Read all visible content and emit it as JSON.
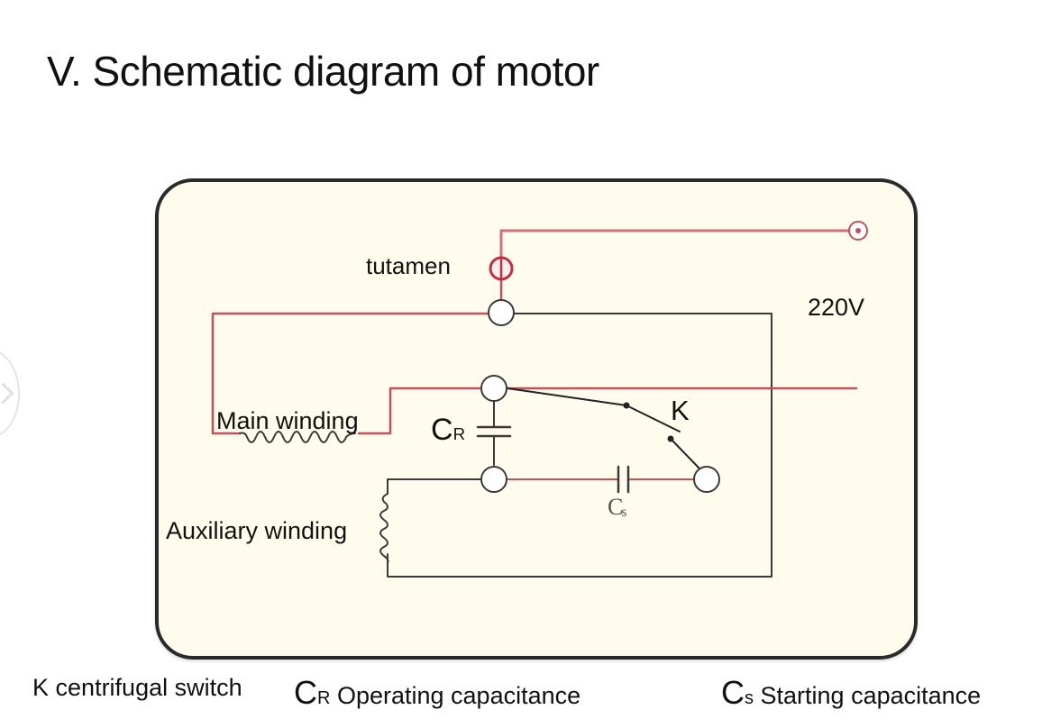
{
  "slide": {
    "title": "V. Schematic diagram of motor"
  },
  "diagram": {
    "labels": {
      "tutamen": "tutamen",
      "voltage": "220V",
      "main_winding": "Main winding",
      "auxiliary_winding": "Auxiliary winding",
      "switch": "K",
      "run_cap_main": "C",
      "run_cap_sub": "R",
      "start_cap_main": "C",
      "start_cap_sub": "s"
    },
    "colors": {
      "live_wire": "#c0505a",
      "neutral_wire": "#3a3a3a",
      "panel_bg": "#fffcee",
      "panel_border": "#2a2a2a"
    }
  },
  "legend": {
    "k_symbol": "K",
    "k_text": "centrifugal switch",
    "cr_symbol": "C",
    "cr_sub": "R",
    "cr_text": "Operating capacitance",
    "cs_symbol": "C",
    "cs_sub": "s",
    "cs_text": "Starting capacitance"
  }
}
